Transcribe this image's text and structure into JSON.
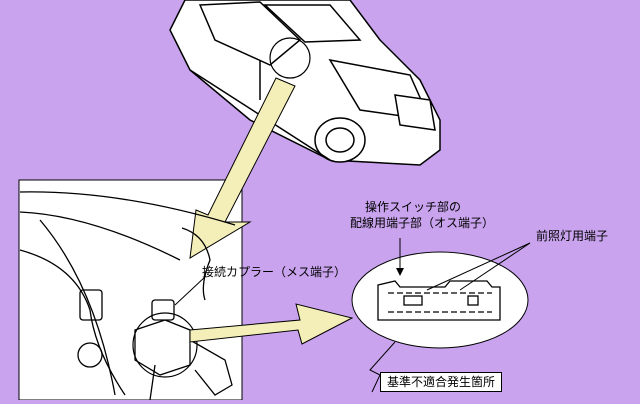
{
  "labels": {
    "connector": "接続カプラー（メス端子）",
    "switch_terminal_line1": "操作スイッチ部の",
    "switch_terminal_line2": "配線用端子部（オス端子）",
    "headlamp_terminal": "前照灯用端子",
    "defect_location": "基準不適合発生箇所"
  },
  "colors": {
    "background": "#c9a3ee",
    "arrow_fill": "#f4efb8",
    "panel_bg": "#ffffff",
    "line": "#000000"
  }
}
